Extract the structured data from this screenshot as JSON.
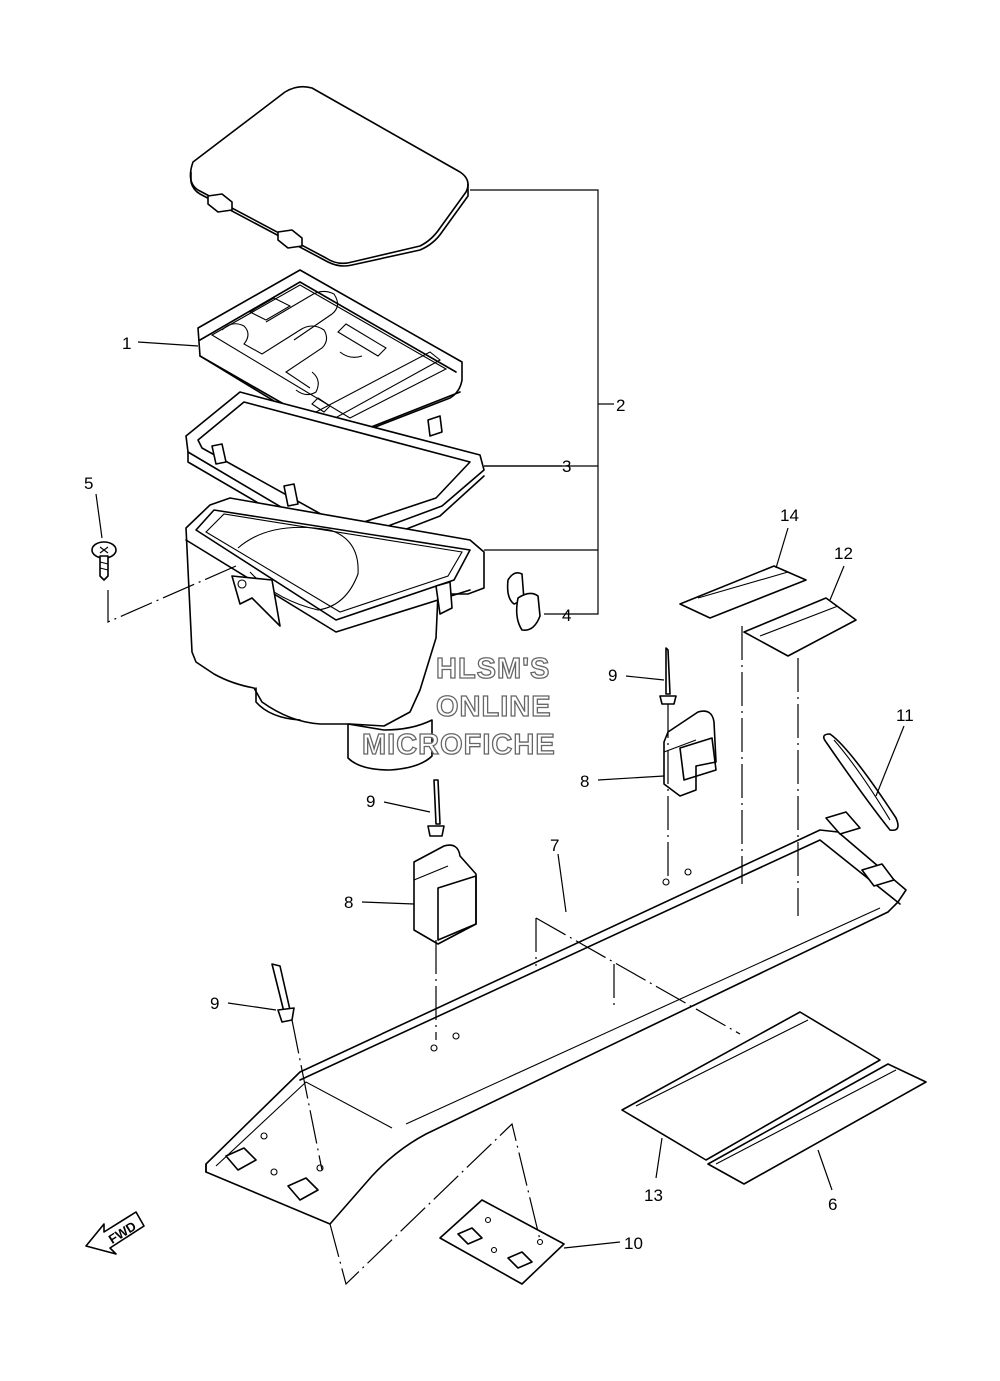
{
  "watermark": {
    "line1": "HLSM'S",
    "line2": "ONLINE",
    "line3": "MICROFICHE"
  },
  "direction_label": "FWD",
  "callouts": {
    "c1": "1",
    "c2": "2",
    "c3": "3",
    "c4": "4",
    "c5": "5",
    "c6": "6",
    "c7": "7",
    "c8a": "8",
    "c8b": "8",
    "c9a": "9",
    "c9b": "9",
    "c9c": "9",
    "c10": "10",
    "c11": "11",
    "c12": "12",
    "c13": "13",
    "c14": "14"
  }
}
